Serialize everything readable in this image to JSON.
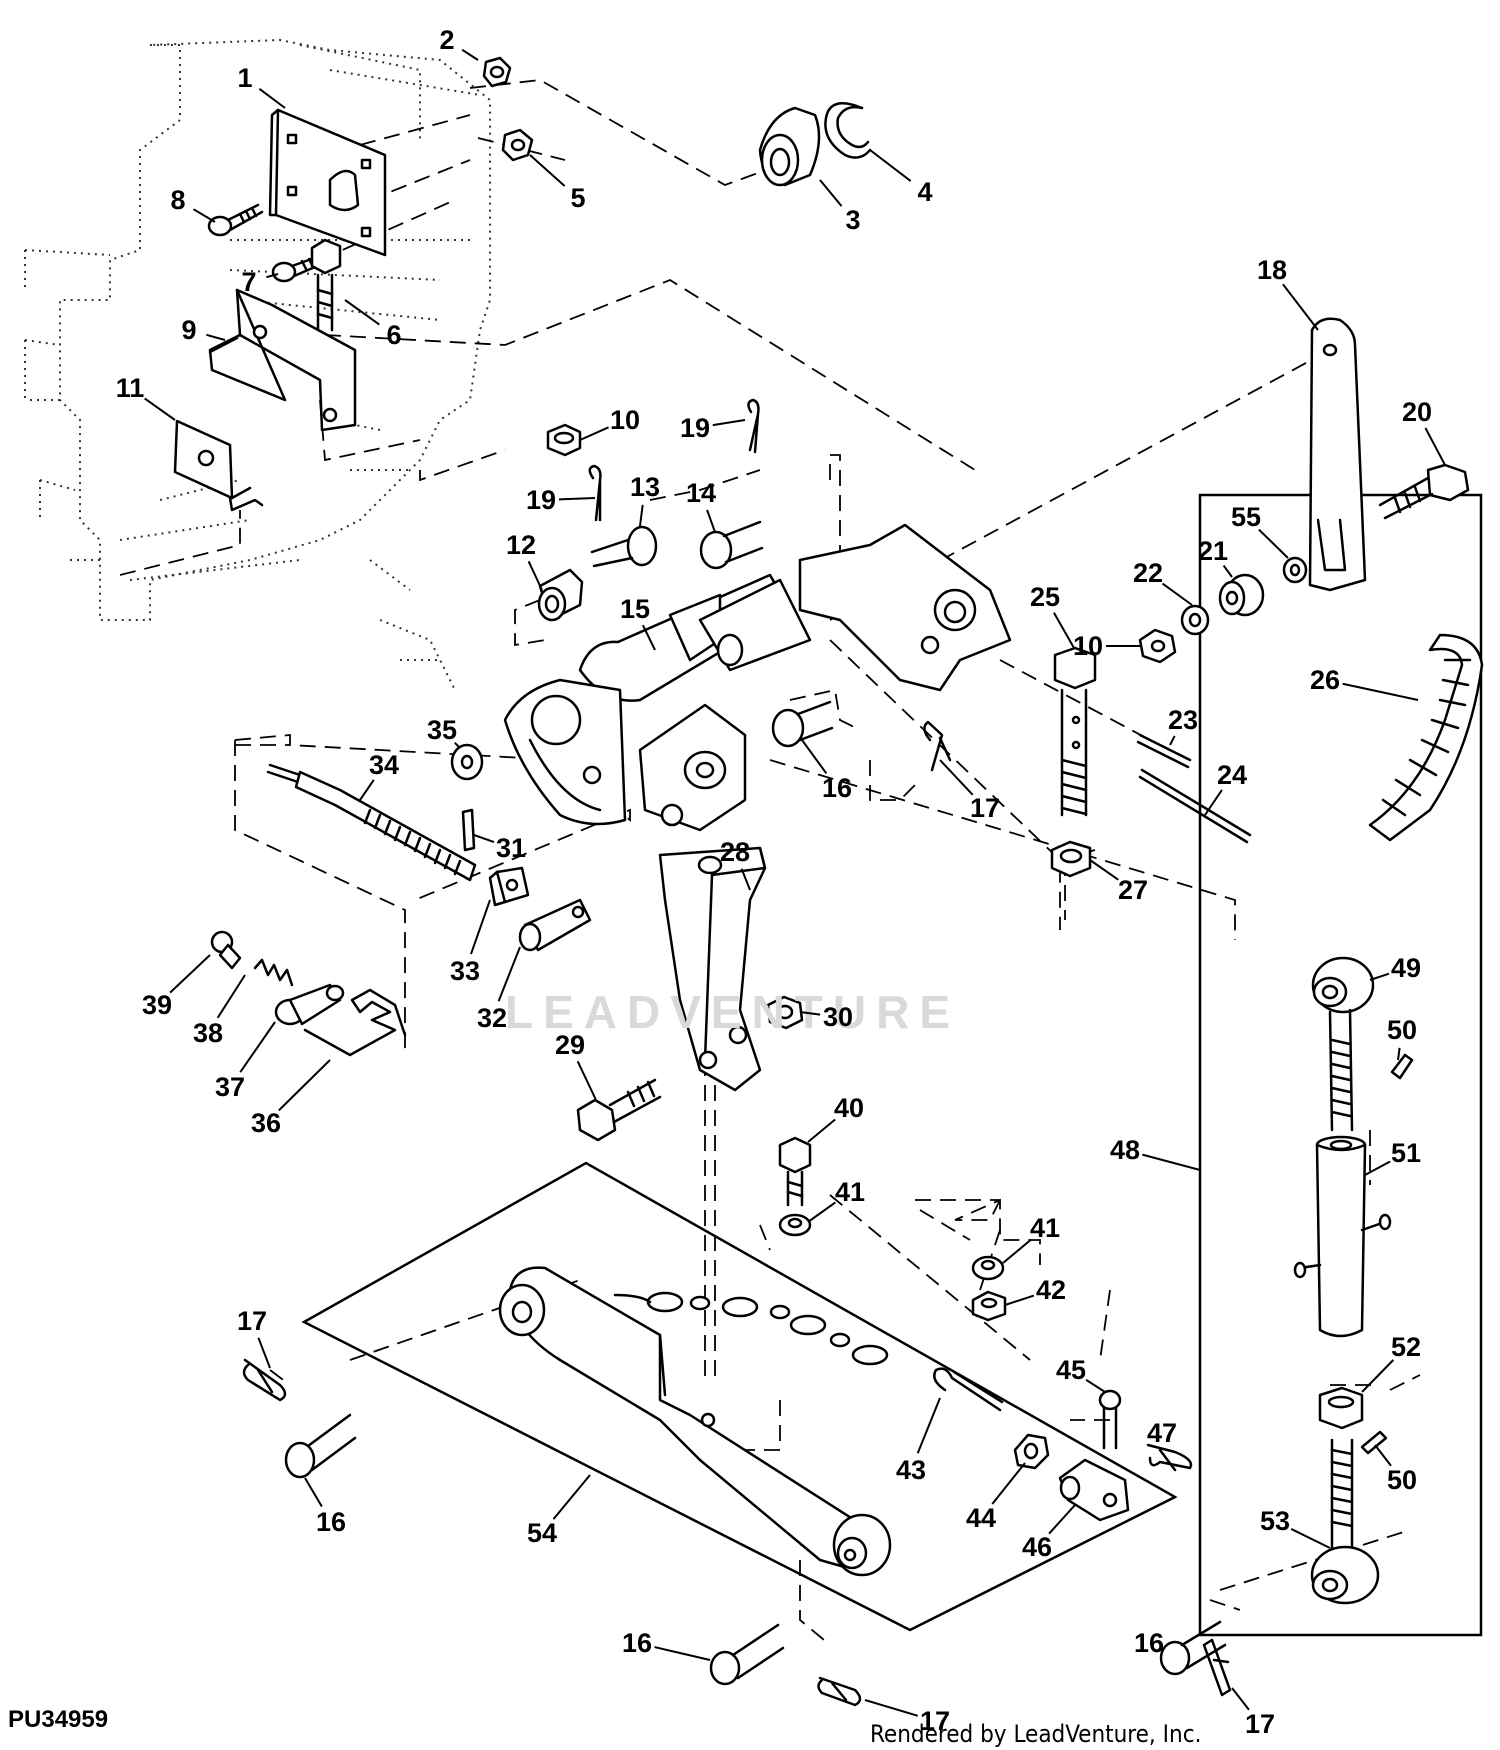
{
  "figure": {
    "id": "PU34959",
    "credit": "Rendered by LeadVenture, Inc.",
    "watermark": "LEADVENTURE"
  },
  "callouts": [
    {
      "key": "p1",
      "label": "1"
    },
    {
      "key": "p2",
      "label": "2"
    },
    {
      "key": "p3",
      "label": "3"
    },
    {
      "key": "p4",
      "label": "4"
    },
    {
      "key": "p5",
      "label": "5"
    },
    {
      "key": "p6",
      "label": "6"
    },
    {
      "key": "p7",
      "label": "7"
    },
    {
      "key": "p8",
      "label": "8"
    },
    {
      "key": "p9",
      "label": "9"
    },
    {
      "key": "p10a",
      "label": "10"
    },
    {
      "key": "p10b",
      "label": "10"
    },
    {
      "key": "p11",
      "label": "11"
    },
    {
      "key": "p12",
      "label": "12"
    },
    {
      "key": "p13",
      "label": "13"
    },
    {
      "key": "p14",
      "label": "14"
    },
    {
      "key": "p15",
      "label": "15"
    },
    {
      "key": "p16a",
      "label": "16"
    },
    {
      "key": "p16b",
      "label": "16"
    },
    {
      "key": "p16c",
      "label": "16"
    },
    {
      "key": "p16d",
      "label": "16"
    },
    {
      "key": "p17a",
      "label": "17"
    },
    {
      "key": "p17b",
      "label": "17"
    },
    {
      "key": "p17c",
      "label": "17"
    },
    {
      "key": "p17d",
      "label": "17"
    },
    {
      "key": "p18",
      "label": "18"
    },
    {
      "key": "p19a",
      "label": "19"
    },
    {
      "key": "p19b",
      "label": "19"
    },
    {
      "key": "p20",
      "label": "20"
    },
    {
      "key": "p21",
      "label": "21"
    },
    {
      "key": "p22",
      "label": "22"
    },
    {
      "key": "p23",
      "label": "23"
    },
    {
      "key": "p24",
      "label": "24"
    },
    {
      "key": "p25",
      "label": "25"
    },
    {
      "key": "p26",
      "label": "26"
    },
    {
      "key": "p27",
      "label": "27"
    },
    {
      "key": "p28",
      "label": "28"
    },
    {
      "key": "p29",
      "label": "29"
    },
    {
      "key": "p30",
      "label": "30"
    },
    {
      "key": "p31",
      "label": "31"
    },
    {
      "key": "p32",
      "label": "32"
    },
    {
      "key": "p33",
      "label": "33"
    },
    {
      "key": "p34",
      "label": "34"
    },
    {
      "key": "p35",
      "label": "35"
    },
    {
      "key": "p36",
      "label": "36"
    },
    {
      "key": "p37",
      "label": "37"
    },
    {
      "key": "p38",
      "label": "38"
    },
    {
      "key": "p39",
      "label": "39"
    },
    {
      "key": "p40",
      "label": "40"
    },
    {
      "key": "p41a",
      "label": "41"
    },
    {
      "key": "p41b",
      "label": "41"
    },
    {
      "key": "p42",
      "label": "42"
    },
    {
      "key": "p43",
      "label": "43"
    },
    {
      "key": "p44",
      "label": "44"
    },
    {
      "key": "p45",
      "label": "45"
    },
    {
      "key": "p46",
      "label": "46"
    },
    {
      "key": "p47",
      "label": "47"
    },
    {
      "key": "p48",
      "label": "48"
    },
    {
      "key": "p49",
      "label": "49"
    },
    {
      "key": "p50a",
      "label": "50"
    },
    {
      "key": "p50b",
      "label": "50"
    },
    {
      "key": "p51",
      "label": "51"
    },
    {
      "key": "p52",
      "label": "52"
    },
    {
      "key": "p53",
      "label": "53"
    },
    {
      "key": "p54",
      "label": "54"
    },
    {
      "key": "p55",
      "label": "55"
    }
  ]
}
